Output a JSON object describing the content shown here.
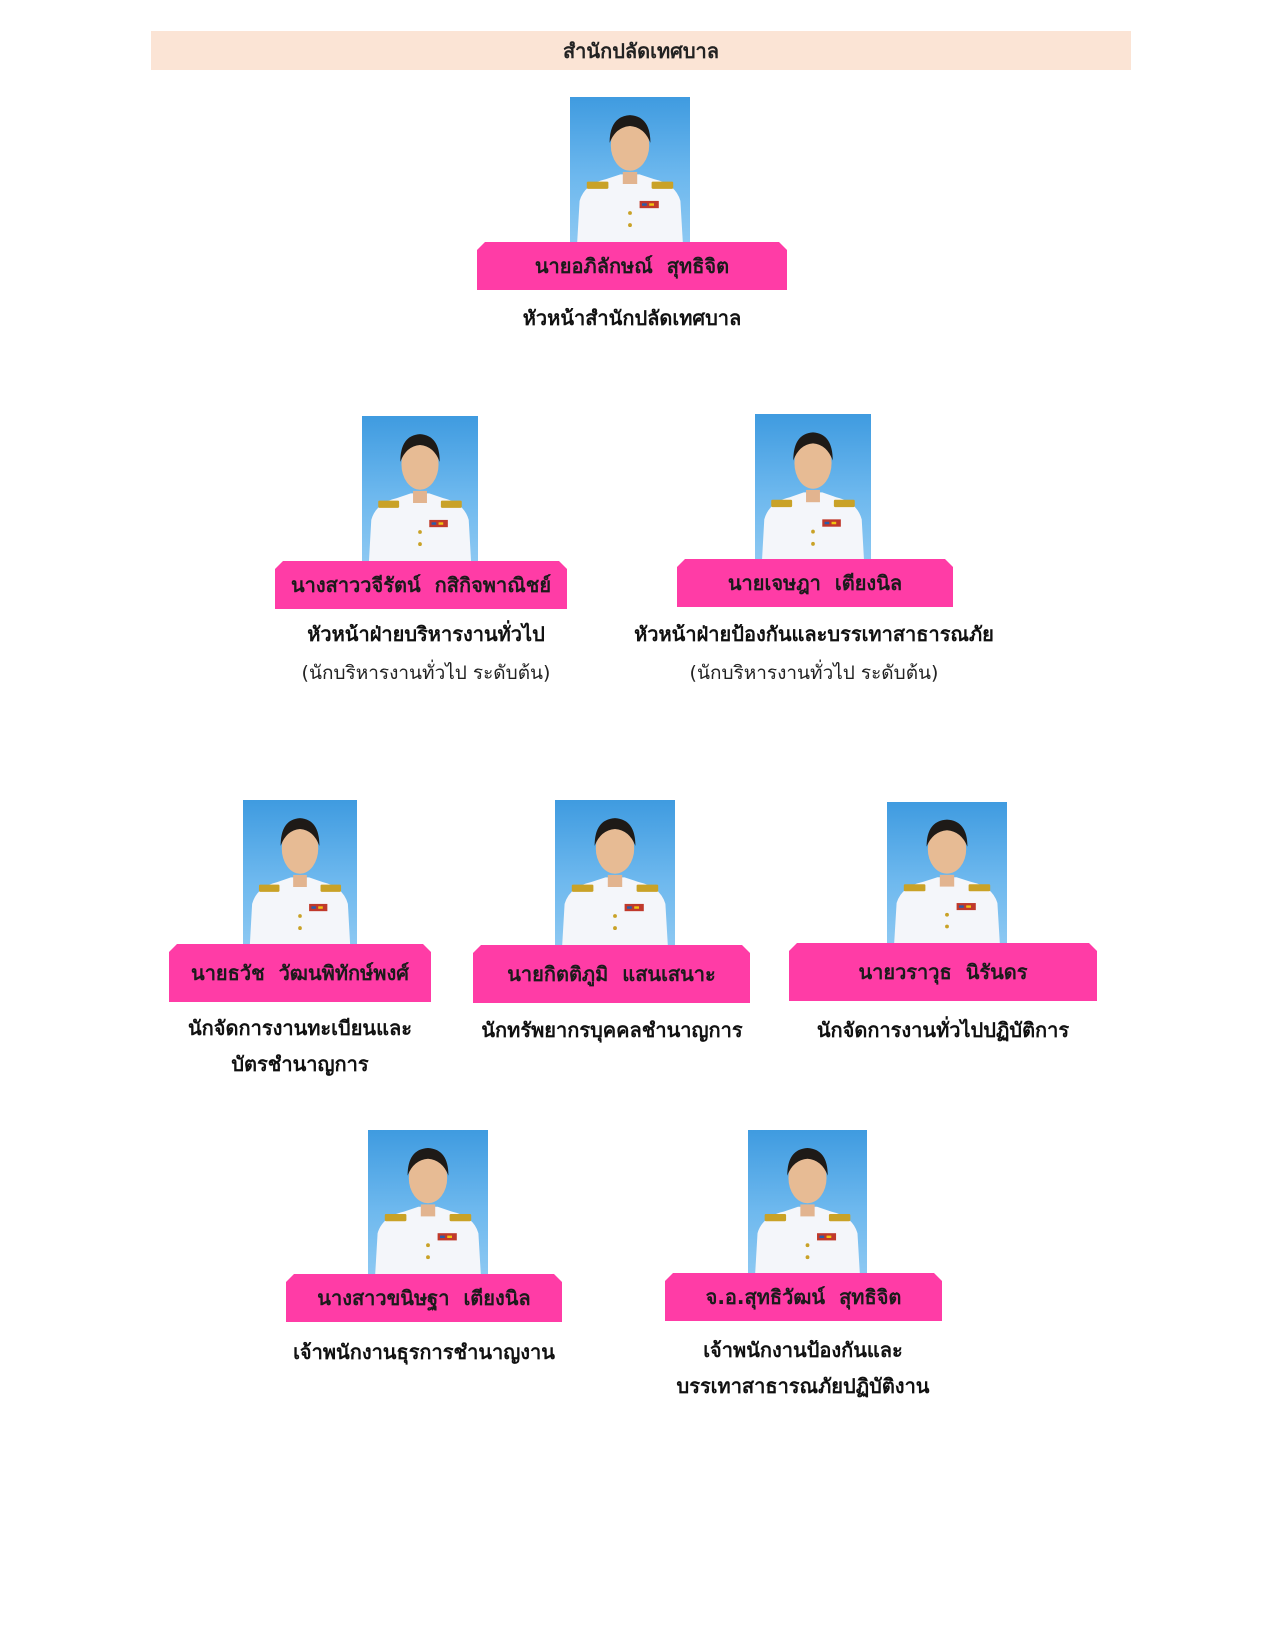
{
  "header": {
    "title": "สำนักปลัดเทศบาล"
  },
  "people": [
    {
      "name_first": "นายอภิลักษณ์",
      "name_last": "สุทธิจิต",
      "role_line1": "หัวหน้าสำนักปลัดเทศบาล"
    },
    {
      "name_first": "นางสาววจีรัตน์",
      "name_last": "กสิกิจพาณิชย์",
      "role_line1": "หัวหน้าฝ่ายบริหารงานทั่วไป",
      "role_sub": "(นักบริหารงานทั่วไป ระดับต้น)"
    },
    {
      "name_first": "นายเจษฎา",
      "name_last": "เตียงนิล",
      "role_line1": "หัวหน้าฝ่ายป้องกันและบรรเทาสาธารณภัย",
      "role_sub": "(นักบริหารงานทั่วไป ระดับต้น)"
    },
    {
      "name_first": "นายธวัช",
      "name_last": "วัฒนพิทักษ์พงศ์",
      "role_line1": "นักจัดการงานทะเบียนและ",
      "role_line2": "บัตรชำนาญการ"
    },
    {
      "name_first": "นายกิตติภูมิ",
      "name_last": "แสนเสนาะ",
      "role_line1": "นักทรัพยากรบุคคลชำนาญการ"
    },
    {
      "name_first": "นายวราวุธ",
      "name_last": "นิรันดร",
      "role_line1": "นักจัดการงานทั่วไปปฏิบัติการ"
    },
    {
      "name_first": "นางสาวขนิษฐา",
      "name_last": "เตียงนิล",
      "role_line1": "เจ้าพนักงานธุรการชำนาญงาน"
    },
    {
      "name_first": "จ.อ.สุทธิวัฒน์",
      "name_last": "สุทธิจิต",
      "role_line1": "เจ้าพนักงานป้องกันและ",
      "role_line2": "บรรเทาสาธารณภัยปฏิบัติงาน"
    }
  ],
  "colors": {
    "header_bg": "#fbe4d5",
    "plate": "#ff3ca6",
    "photo_bg": "#4aa3e6",
    "uniform": "#f4f6fa"
  },
  "icons": [
    "portrait-photo"
  ]
}
